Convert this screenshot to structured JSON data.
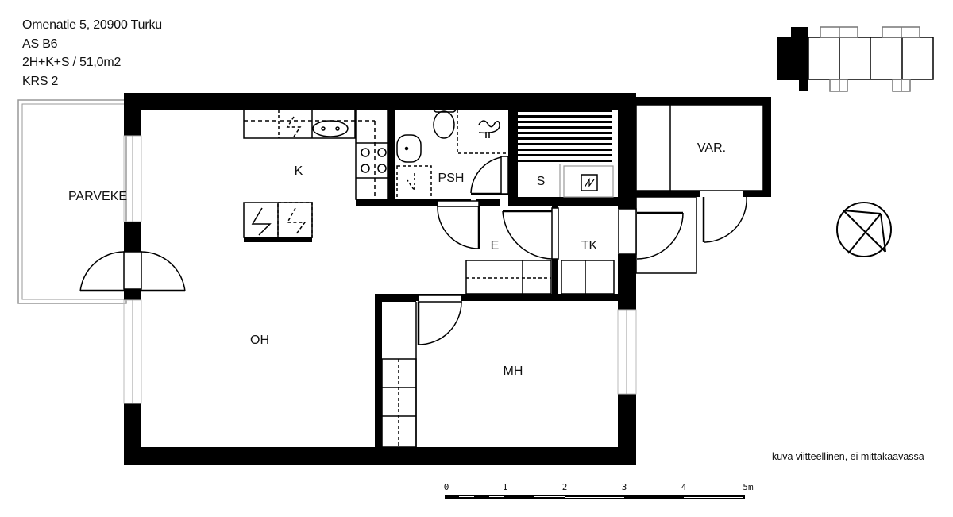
{
  "header": {
    "address": "Omenatie 5, 20900 Turku",
    "apartment": "AS B6",
    "layout_area": "2H+K+S / 51,0m2",
    "floor": "KRS 2"
  },
  "rooms": {
    "balcony": "PARVEKE",
    "kitchen": "K",
    "bathroom": "PSH",
    "sauna": "S",
    "storage": "VAR.",
    "entry": "E",
    "utility_room": "TK",
    "living_room": "OH",
    "bedroom": "MH"
  },
  "scale_bar": {
    "ticks": [
      "0",
      "1",
      "2",
      "3",
      "4",
      "5m"
    ]
  },
  "footer": {
    "note": "kuva viitteellinen, ei mittakaavassa"
  },
  "icons": {
    "compass": "north-arrow-icon",
    "building_key": "building-key-plan-icon"
  },
  "colors": {
    "wall": "#000000",
    "line": "#000000",
    "window": "#9a9a9a",
    "background": "#ffffff"
  }
}
